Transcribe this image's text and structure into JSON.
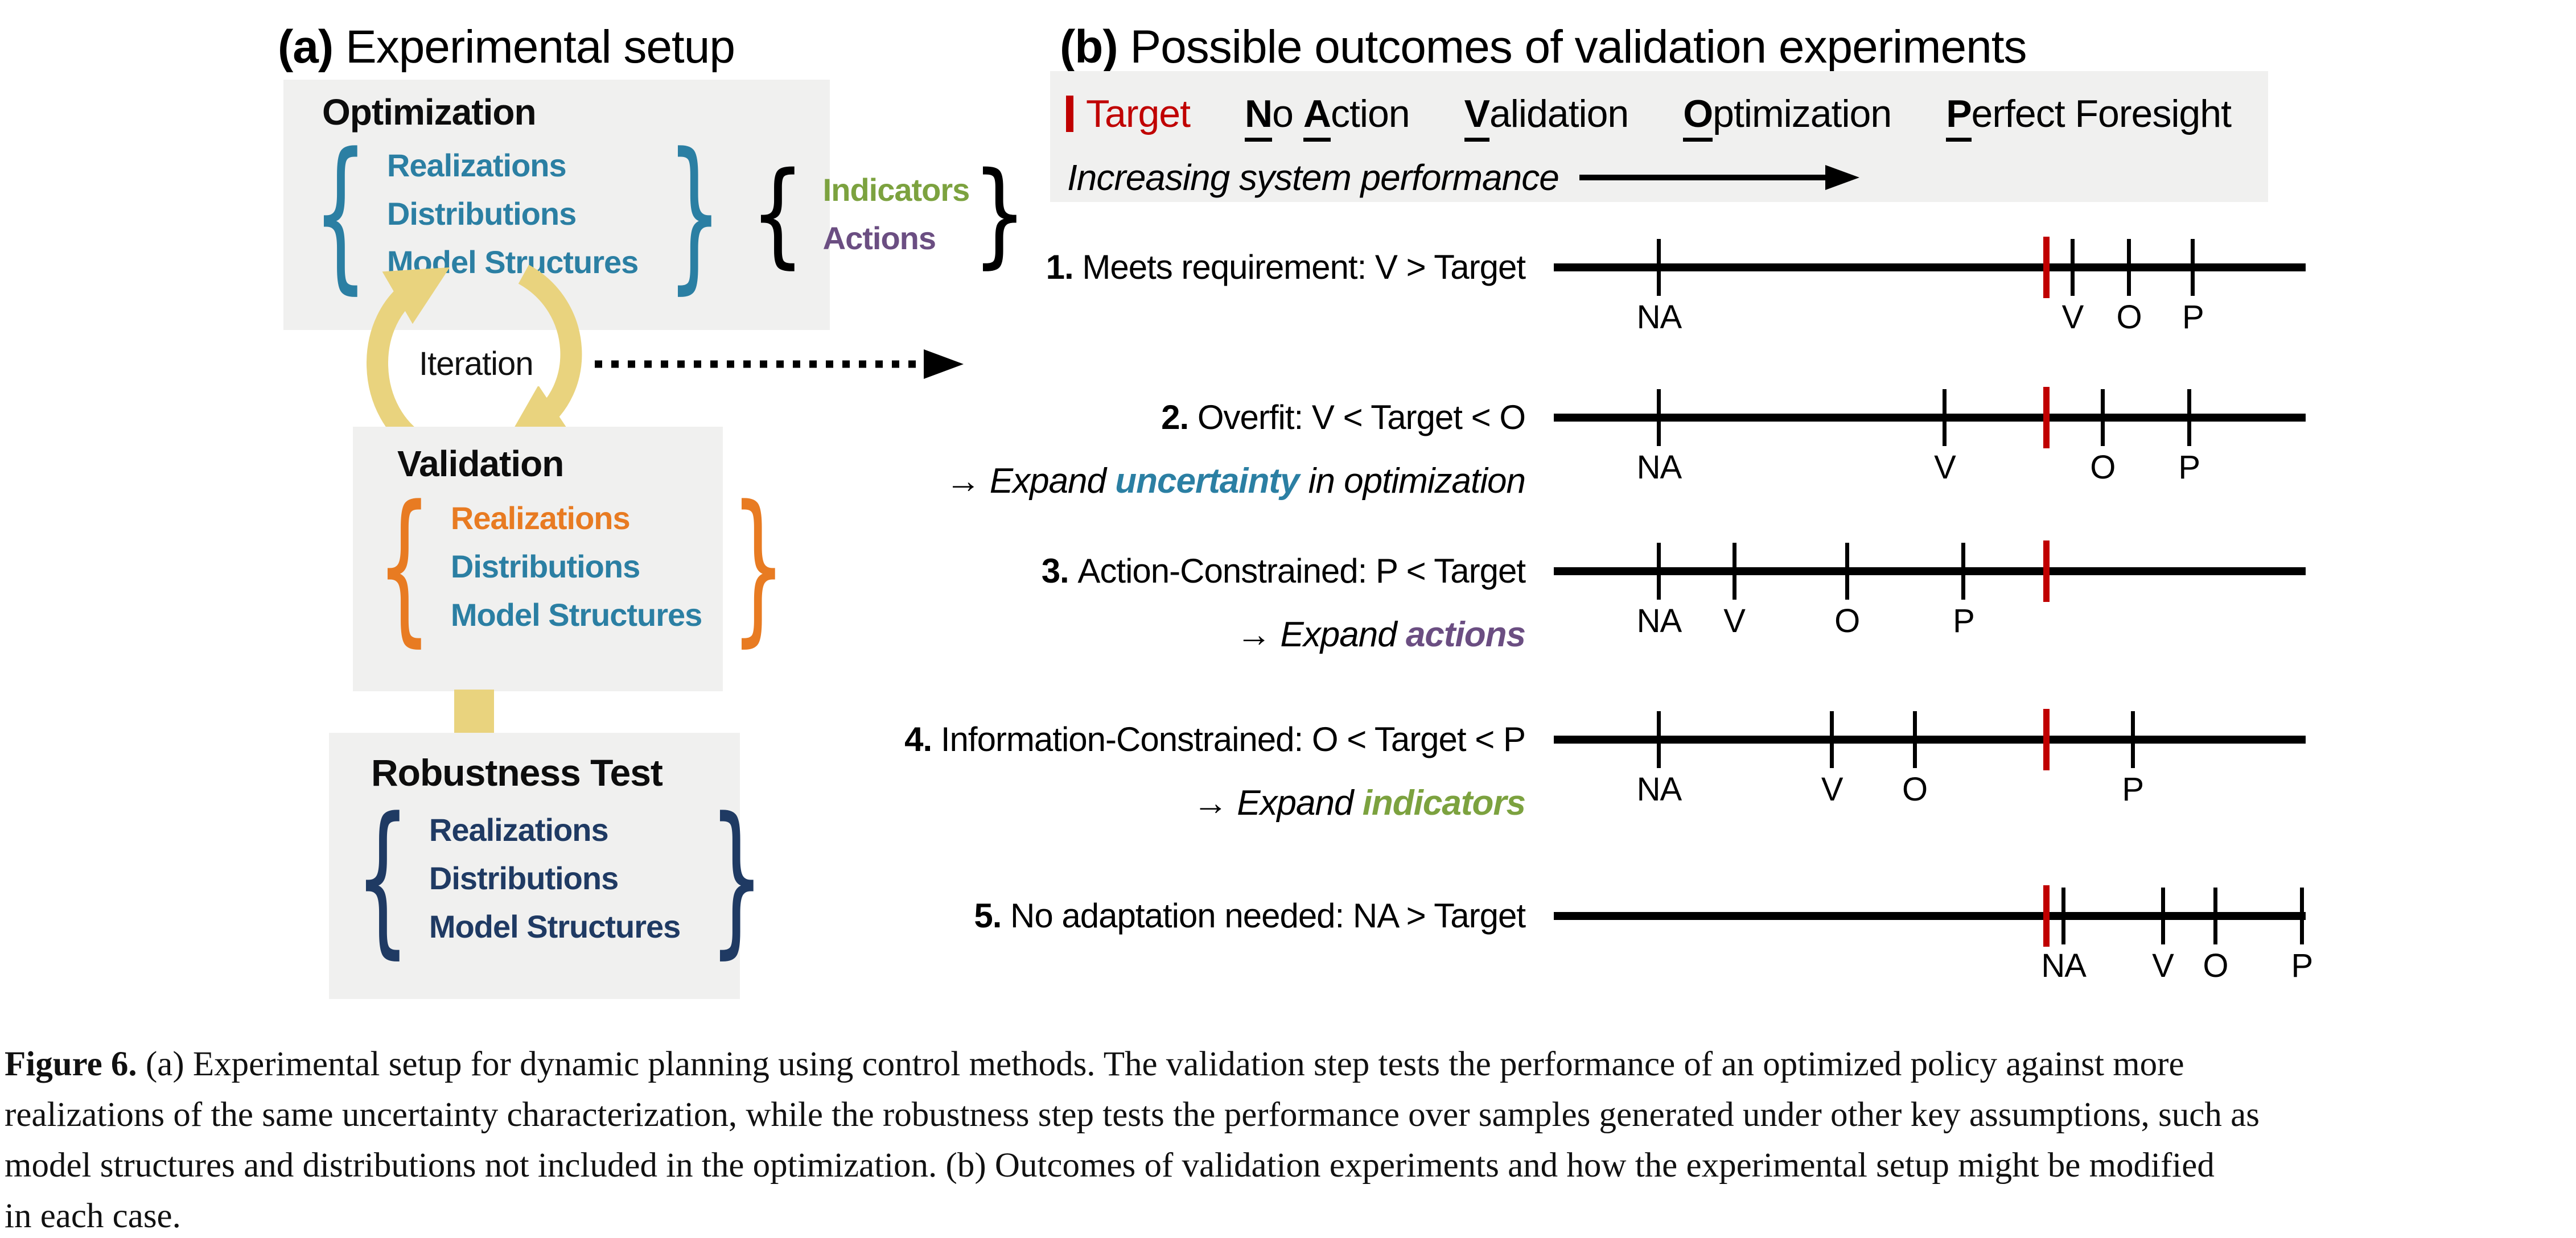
{
  "panel_a": {
    "heading_bold": "(a)",
    "heading_text": " Experimental setup",
    "iteration_label": "Iteration",
    "boxes": {
      "optimization": {
        "title": "Optimization",
        "uncertainty_items": [
          "Realizations",
          "Distributions",
          "Model Structures"
        ],
        "decision_items": [
          "Indicators",
          "Actions"
        ]
      },
      "validation": {
        "title": "Validation",
        "items": [
          "Realizations",
          "Distributions",
          "Model Structures"
        ]
      },
      "robustness": {
        "title": "Robustness Test",
        "items": [
          "Realizations",
          "Distributions",
          "Model Structures"
        ]
      }
    }
  },
  "panel_b": {
    "heading_bold": "(b)",
    "heading_text": " Possible outcomes of validation experiments",
    "legend": {
      "target_label": "Target",
      "items": [
        {
          "name": "No Action",
          "parts": [
            [
              "N",
              1
            ],
            [
              "o ",
              0
            ],
            [
              "A",
              1
            ],
            [
              "ction",
              0
            ]
          ]
        },
        {
          "name": "Validation",
          "parts": [
            [
              "V",
              1
            ],
            [
              "alidation",
              0
            ]
          ]
        },
        {
          "name": "Optimization",
          "parts": [
            [
              "O",
              1
            ],
            [
              "ptimization",
              0
            ]
          ]
        },
        {
          "name": "Perfect Foresight",
          "parts": [
            [
              "P",
              1
            ],
            [
              "erfect Foresight",
              0
            ]
          ]
        }
      ],
      "axis_note": "Increasing system performance"
    },
    "sub_arrow": "→",
    "rows": [
      {
        "num": "1.",
        "label": "Meets requirement: V > Target",
        "ticks": [
          {
            "l": "NA",
            "x": 0.14
          },
          {
            "x": 0.655,
            "t": 1
          },
          {
            "l": "V",
            "x": 0.69
          },
          {
            "l": "O",
            "x": 0.765
          },
          {
            "l": "P",
            "x": 0.85
          }
        ]
      },
      {
        "num": "2.",
        "label": "Overfit: V < Target < O",
        "sub_pre": "Expand ",
        "sub_word": "uncertainty",
        "sub_post": " in optimization",
        "sub_color": "teal",
        "ticks": [
          {
            "l": "NA",
            "x": 0.14
          },
          {
            "l": "V",
            "x": 0.52
          },
          {
            "x": 0.655,
            "t": 1
          },
          {
            "l": "O",
            "x": 0.73
          },
          {
            "l": "P",
            "x": 0.845
          }
        ]
      },
      {
        "num": "3.",
        "label": "Action-Constrained: P < Target",
        "sub_pre": "Expand ",
        "sub_word": "actions",
        "sub_post": "",
        "sub_color": "purple",
        "ticks": [
          {
            "l": "NA",
            "x": 0.14
          },
          {
            "l": "V",
            "x": 0.24
          },
          {
            "l": "O",
            "x": 0.39
          },
          {
            "l": "P",
            "x": 0.545
          },
          {
            "x": 0.655,
            "t": 1
          }
        ]
      },
      {
        "num": "4.",
        "label": "Information-Constrained: O < Target < P",
        "sub_pre": "Expand ",
        "sub_word": "indicators",
        "sub_post": "",
        "sub_color": "olive",
        "ticks": [
          {
            "l": "NA",
            "x": 0.14
          },
          {
            "l": "V",
            "x": 0.37
          },
          {
            "l": "O",
            "x": 0.48
          },
          {
            "x": 0.655,
            "t": 1
          },
          {
            "l": "P",
            "x": 0.77
          }
        ]
      },
      {
        "num": "5.",
        "label": "No adaptation needed: NA > Target",
        "ticks": [
          {
            "x": 0.655,
            "t": 1
          },
          {
            "l": "NA",
            "x": 0.678
          },
          {
            "l": "V",
            "x": 0.81
          },
          {
            "l": "O",
            "x": 0.88
          },
          {
            "l": "P",
            "x": 0.995
          }
        ]
      }
    ]
  },
  "caption": {
    "label": "Figure 6.",
    "line1": " (a) Experimental setup for dynamic planning using control methods. The validation step tests the performance of an optimized policy against more",
    "line2": "realizations of the same uncertainty characterization, while the robustness step tests the performance over samples generated under other key assumptions, such as",
    "line3": "model structures and distributions not included in the optimization. (b) Outcomes of validation experiments and how the experimental setup might be modified",
    "line4": "in each case."
  },
  "colors": {
    "teal": "#2B7FA3",
    "orange": "#E87B22",
    "navy": "#1F3A63",
    "olive": "#7CA23F",
    "purple": "#6B4E82",
    "khaki": "#E9D37E",
    "red": "#C00000",
    "box_bg": "#F0F0EF"
  }
}
